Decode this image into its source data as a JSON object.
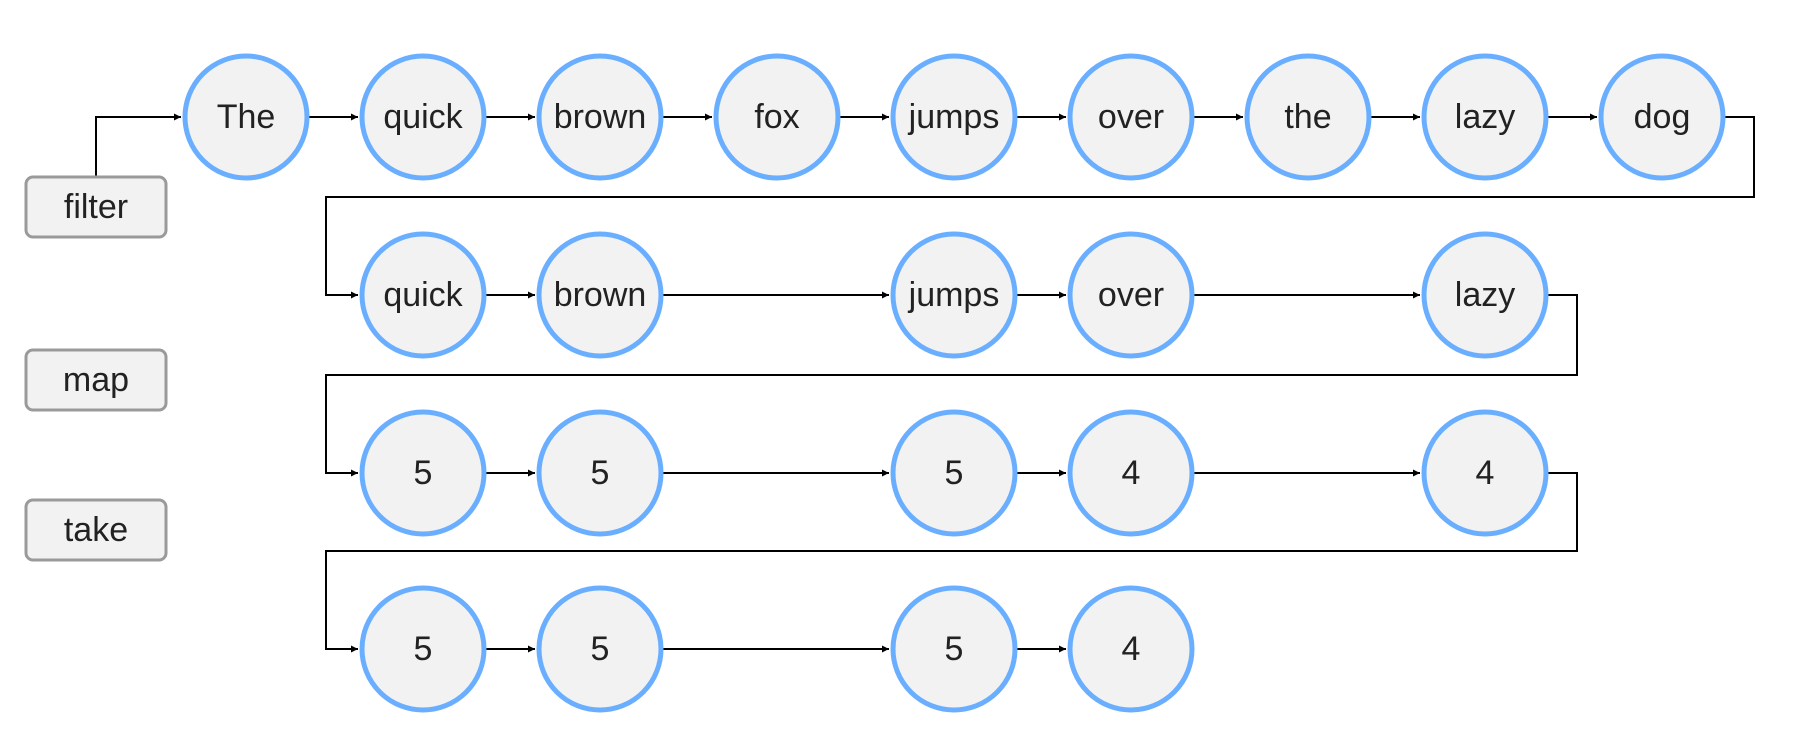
{
  "stages": [
    {
      "id": "filter",
      "label": "filter"
    },
    {
      "id": "map",
      "label": "map"
    },
    {
      "id": "take",
      "label": "take"
    }
  ],
  "rows": [
    {
      "id": "source",
      "nodes": [
        {
          "col": 0,
          "text": "The"
        },
        {
          "col": 1,
          "text": "quick"
        },
        {
          "col": 2,
          "text": "brown"
        },
        {
          "col": 3,
          "text": "fox"
        },
        {
          "col": 4,
          "text": "jumps"
        },
        {
          "col": 5,
          "text": "over"
        },
        {
          "col": 6,
          "text": "the"
        },
        {
          "col": 7,
          "text": "lazy"
        },
        {
          "col": 8,
          "text": "dog"
        }
      ]
    },
    {
      "id": "filtered",
      "nodes": [
        {
          "col": 1,
          "text": "quick"
        },
        {
          "col": 2,
          "text": "brown"
        },
        {
          "col": 4,
          "text": "jumps"
        },
        {
          "col": 5,
          "text": "over"
        },
        {
          "col": 7,
          "text": "lazy"
        }
      ]
    },
    {
      "id": "mapped",
      "nodes": [
        {
          "col": 1,
          "text": "5"
        },
        {
          "col": 2,
          "text": "5"
        },
        {
          "col": 4,
          "text": "5"
        },
        {
          "col": 5,
          "text": "4"
        },
        {
          "col": 7,
          "text": "4"
        }
      ]
    },
    {
      "id": "taken",
      "nodes": [
        {
          "col": 1,
          "text": "5"
        },
        {
          "col": 2,
          "text": "5"
        },
        {
          "col": 4,
          "text": "5"
        },
        {
          "col": 5,
          "text": "4"
        }
      ]
    }
  ],
  "colors": {
    "node_fill": "#f2f2f2",
    "node_stroke": "#6aaeff",
    "box_stroke": "#9a9a9a",
    "wire": "#000000"
  }
}
